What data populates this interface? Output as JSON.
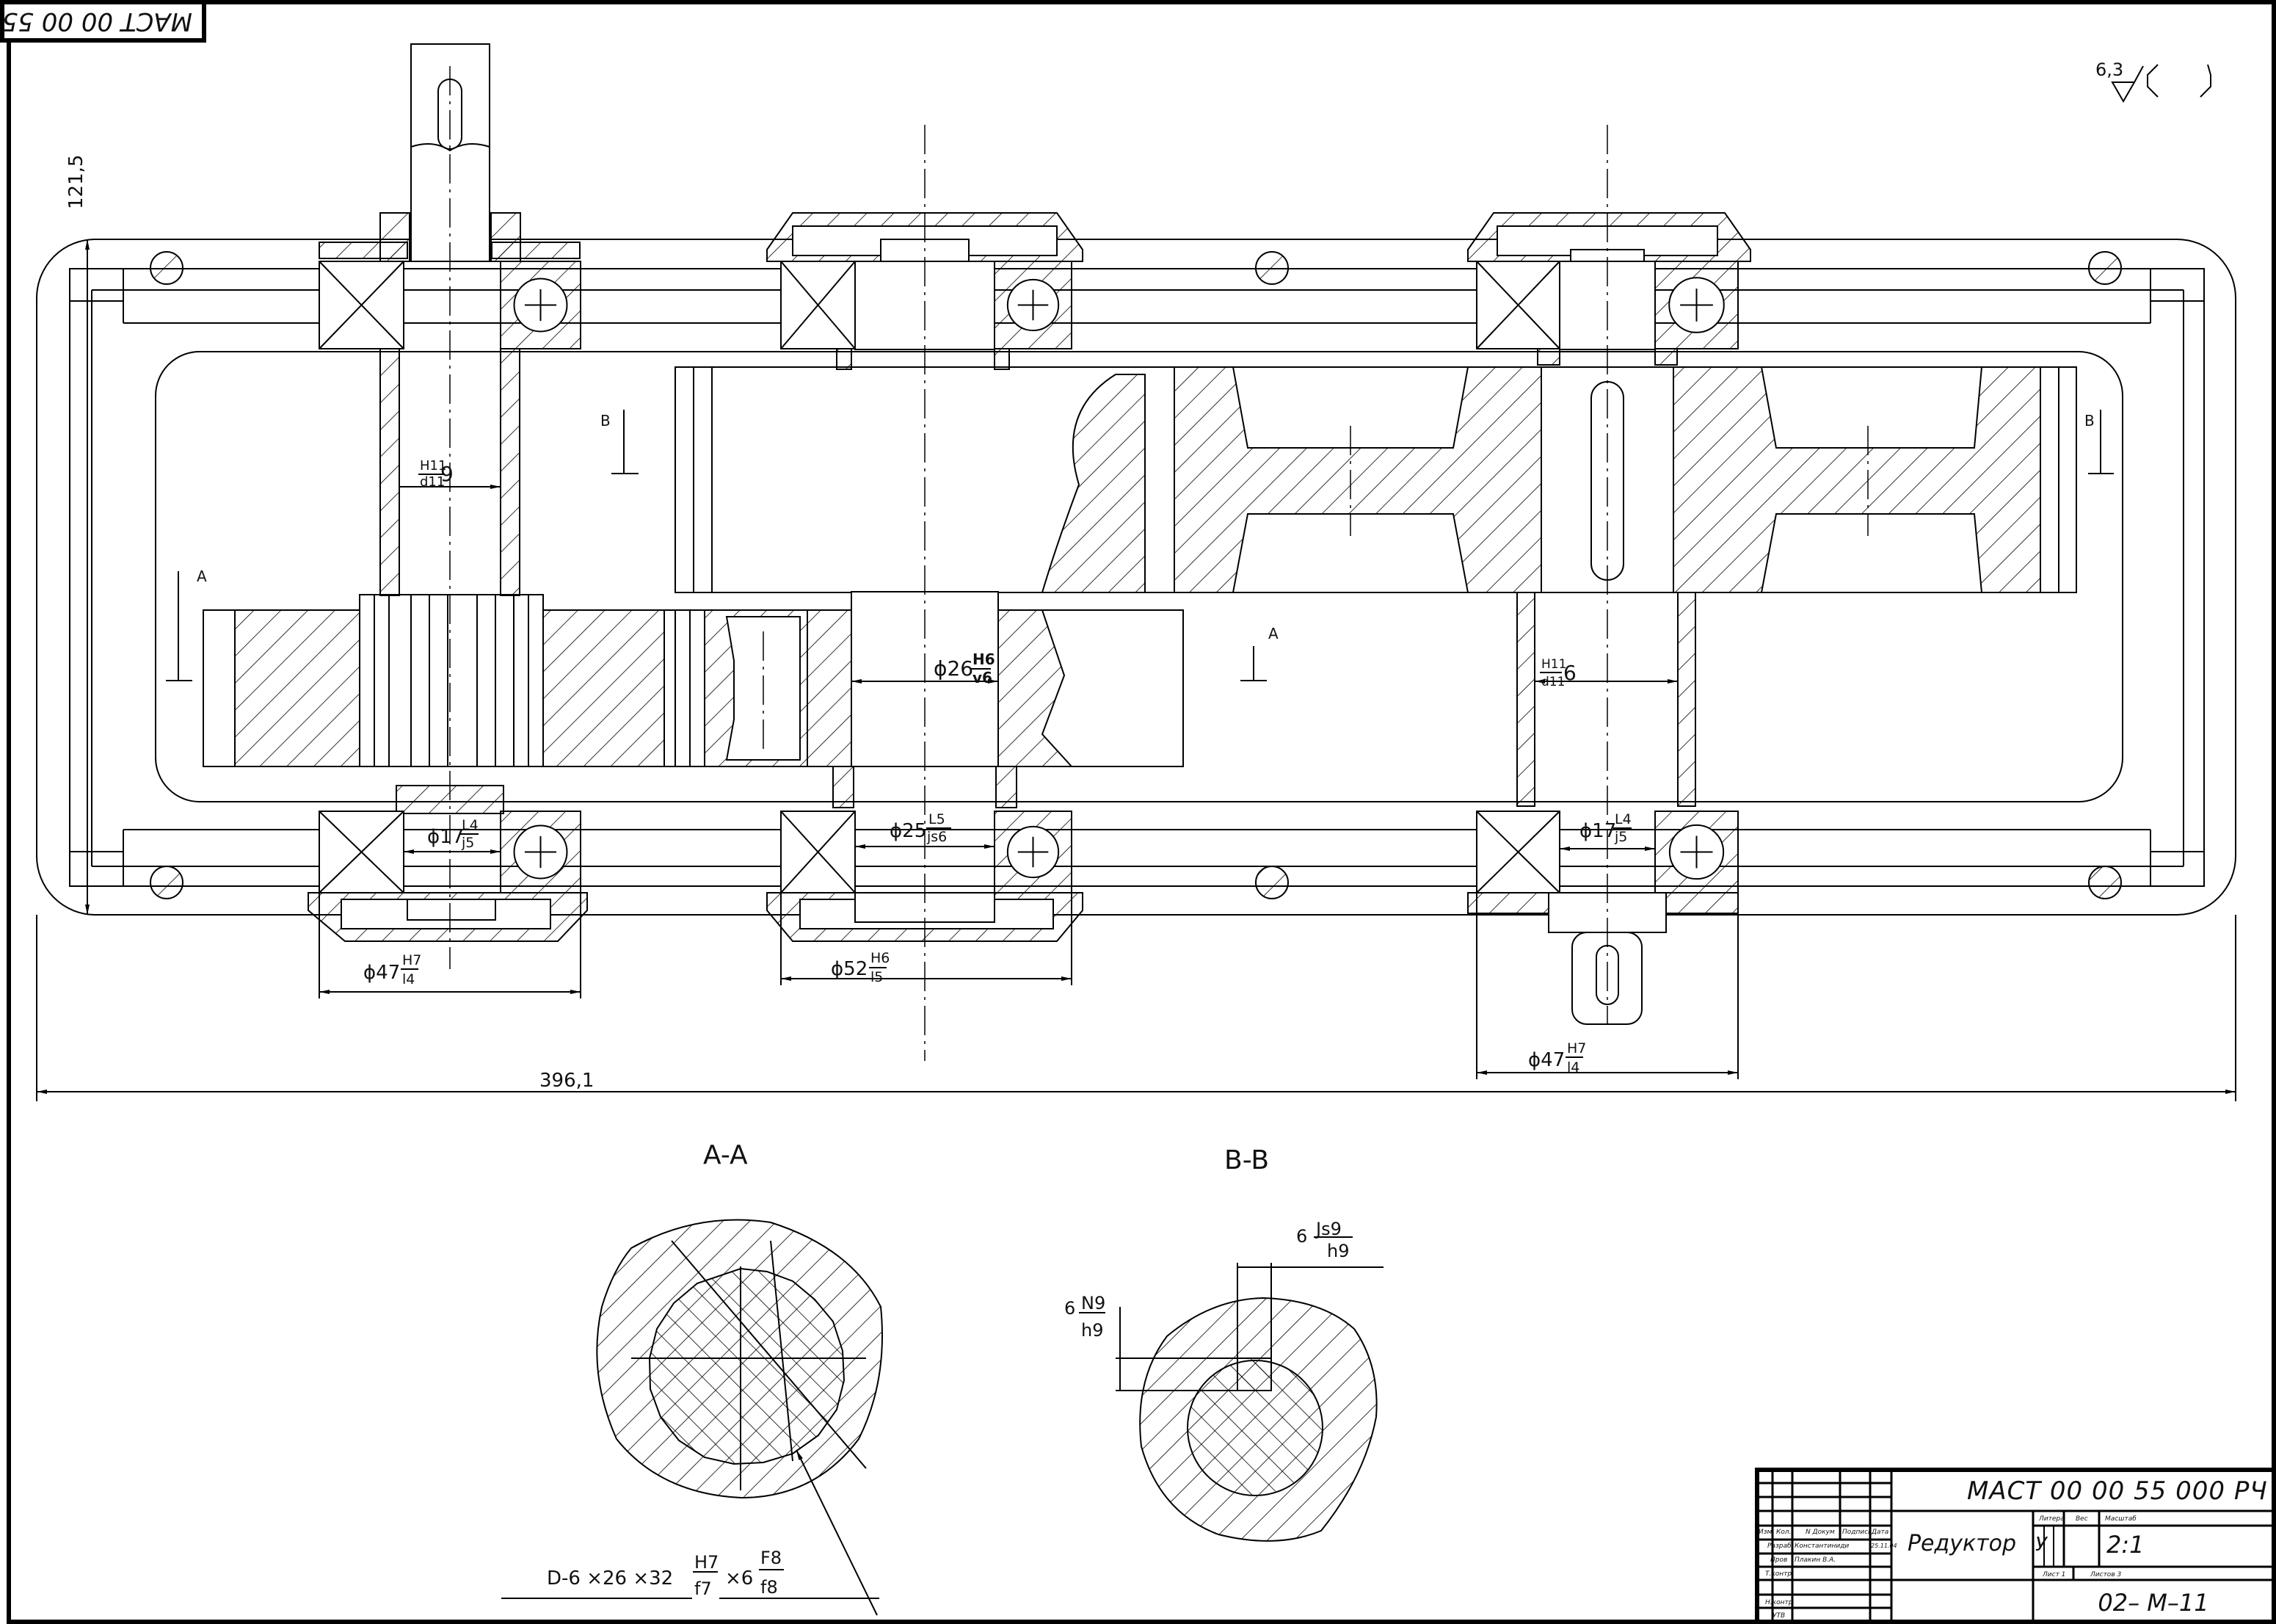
{
  "drawing": {
    "stamp_code": "МАСТ 00 00 55",
    "roughness": {
      "value": "6,3"
    },
    "overall_length": "396,1",
    "height_dim": "121,5",
    "section_marks": {
      "a": "A",
      "b": "B"
    },
    "section_titles": {
      "aa": "A-A",
      "bb": "B-B"
    }
  },
  "dims": {
    "d1": {
      "prefix": "",
      "num": "H11",
      "den": "d11",
      "suffix": "9"
    },
    "d2": {
      "prefix": "ϕ26",
      "num": "H6",
      "den": "v6"
    },
    "d3": {
      "prefix": "",
      "num": "H11",
      "den": "d11",
      "suffix": "6"
    },
    "d4": {
      "prefix": "ϕ17",
      "num": "L4",
      "den": "j5"
    },
    "d5": {
      "prefix": "ϕ25",
      "num": "L5",
      "den": "js6"
    },
    "d6": {
      "prefix": "ϕ17",
      "num": "L4",
      "den": "j5"
    },
    "d7": {
      "prefix": "ϕ47",
      "num": "H7",
      "den": "l4"
    },
    "d8": {
      "prefix": "ϕ52",
      "num": "H6",
      "den": "l5"
    },
    "d9": {
      "prefix": "ϕ47",
      "num": "H7",
      "den": "l4"
    },
    "spline": {
      "prefix": "D-6 ×26 ×32",
      "num": "H7",
      "den": "f7",
      "mid": "×6",
      "num2": "F8",
      "den2": "f8"
    },
    "key_bb_top": {
      "prefix": "6",
      "num": "Js9",
      "den": "h9"
    },
    "key_bb_left": {
      "prefix": "6",
      "num": "N9",
      "den": "h9"
    }
  },
  "title_block": {
    "designation": "МАСТ 00 00 55 000 РЧ",
    "name": "Редуктор",
    "headers": {
      "izm": "Изм.",
      "kol": "Кол.",
      "ndok": "N  Докум",
      "podpis": "Подпись",
      "data": "Дата"
    },
    "rows": [
      {
        "role": "Разраб",
        "person": "Константиниди",
        "date": "25.11.04"
      },
      {
        "role": "Пров",
        "person": "Плакин  В.А.",
        "date": ""
      },
      {
        "role": "Т.контр",
        "person": "",
        "date": ""
      },
      {
        "role": "",
        "person": "",
        "date": ""
      },
      {
        "role": "Н.контр",
        "person": "",
        "date": ""
      },
      {
        "role": "УТВ",
        "person": "",
        "date": ""
      }
    ],
    "litera_label": "Литера",
    "ves_label": "Вес",
    "masshtab_label": "Масштаб",
    "litera": "У",
    "scale": "2:1",
    "sheet": "Лист 1",
    "sheets": "Листов 3",
    "group": "02– М–11"
  }
}
